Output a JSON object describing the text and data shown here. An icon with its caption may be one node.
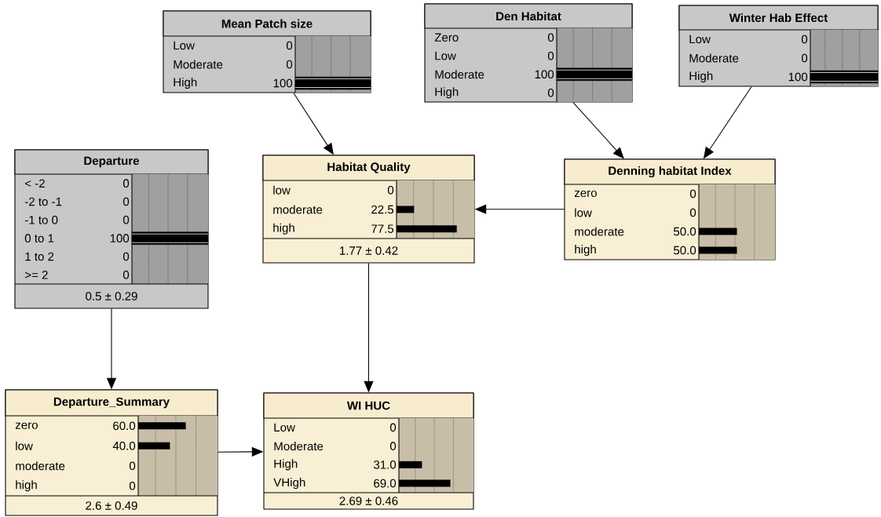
{
  "diagram": {
    "nodes": [
      {
        "text": [
          "Mean Patch size",
          "Low",
          "0",
          "Moderate",
          "0",
          "High",
          "100"
        ]
      },
      {
        "text": [
          "Den Habitat",
          "Zero",
          "0",
          "Low",
          "0",
          "Moderate",
          "100",
          "High",
          "0"
        ]
      },
      {
        "text": [
          "Winter Hab Effect",
          "Low",
          "0",
          "Moderate",
          "0",
          "High",
          "100"
        ]
      },
      {
        "text": [
          "Departure",
          "< -2",
          "0",
          "-2 to -1",
          "0",
          "-1 to 0",
          "0",
          "0 to 1",
          "100",
          "1 to 2",
          "0",
          ">= 2",
          "0",
          "0.5 ± 0.29"
        ]
      },
      {
        "text": [
          "Habitat Quality",
          "low",
          "0",
          "moderate",
          "22.5",
          "high",
          "77.5",
          "1.77 ± 0.42"
        ]
      },
      {
        "text": [
          "Denning habitat Index",
          "zero",
          "0",
          "low",
          "0",
          "moderate",
          "50.0",
          "high",
          "50.0"
        ]
      },
      {
        "text": [
          "Departure_Summary",
          "zero",
          "60.0",
          "low",
          "40.0",
          "moderate",
          "0",
          "high",
          "0",
          "2.6 ± 0.49"
        ]
      },
      {
        "text": [
          "WI HUC",
          "Low",
          "0",
          "Moderate",
          "0",
          "High",
          "31.0",
          "VHigh",
          "69.0",
          "2.69 ± 0.46"
        ]
      }
    ],
    "edges": [
      {
        "from": 0,
        "to": 4,
        "arrow": "to"
      },
      {
        "from": 1,
        "to": 5,
        "arrow": "to"
      },
      {
        "from": 2,
        "to": 5,
        "arrow": "to"
      },
      {
        "from": 5,
        "to": 4,
        "arrow": "to"
      },
      {
        "from": 4,
        "to": 7,
        "arrow": "to"
      },
      {
        "from": 3,
        "to": 6,
        "arrow": "to"
      },
      {
        "from": 6,
        "to": 7,
        "arrow": "to"
      }
    ]
  }
}
